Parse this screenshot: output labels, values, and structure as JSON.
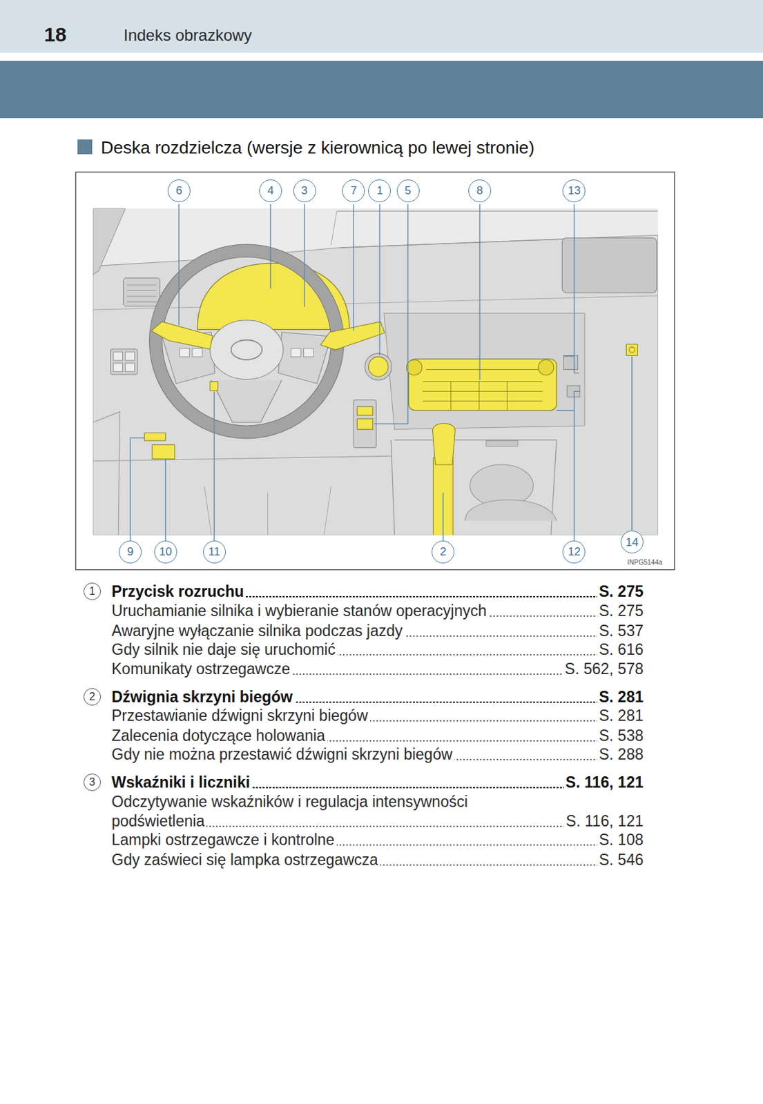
{
  "diagram": {
    "title": "Deska rozdzielcza (wersje z kierownicą po lewej stronie)",
    "nodes": [
      {
        "text": [
          "18",
          "Indeks obrazkowy"
        ]
      },
      {
        "text": [
          "6"
        ]
      },
      {
        "text": [
          "4"
        ]
      },
      {
        "text": [
          "3"
        ]
      },
      {
        "text": [
          "7"
        ]
      },
      {
        "text": [
          "1"
        ]
      },
      {
        "text": [
          "5"
        ]
      },
      {
        "text": [
          "8"
        ]
      },
      {
        "text": [
          "13"
        ]
      },
      {
        "text": [
          "9"
        ]
      },
      {
        "text": [
          "10"
        ]
      },
      {
        "text": [
          "11"
        ]
      },
      {
        "text": [
          "2"
        ]
      },
      {
        "text": [
          "12"
        ]
      },
      {
        "text": [
          "14"
        ]
      },
      {
        "text": [
          "1"
        ]
      },
      {
        "text": [
          "2"
        ]
      },
      {
        "text": [
          "3"
        ]
      }
    ],
    "labels": [
      "INPG5144a",
      "Przycisk rozruchu",
      "S. 275",
      "Uruchamianie silnika i wybieranie stanów operacyjnych",
      "S. 275",
      "Awaryjne wyłączanie silnika podczas jazdy",
      "S. 537",
      "Gdy silnik nie daje się uruchomić",
      "S. 616",
      "Komunikaty ostrzegawcze",
      "S. 562, 578",
      "Dźwignia skrzyni biegów",
      "S. 281",
      "Przestawianie dźwigni skrzyni biegów",
      "S. 281",
      "Zalecenia dotyczące holowania",
      "S. 538",
      "Gdy nie można przestawić dźwigni skrzyni biegów",
      "S. 288",
      "Wskaźniki i liczniki",
      "S. 116, 121",
      "Odczytywanie wskaźników i regulacja intensywności podświetlenia",
      "S. 116, 121",
      "Lampki ostrzegawcze i kontrolne",
      "S. 108",
      "Gdy zaświeci się lampka ostrzegawcza",
      "S. 546"
    ]
  }
}
